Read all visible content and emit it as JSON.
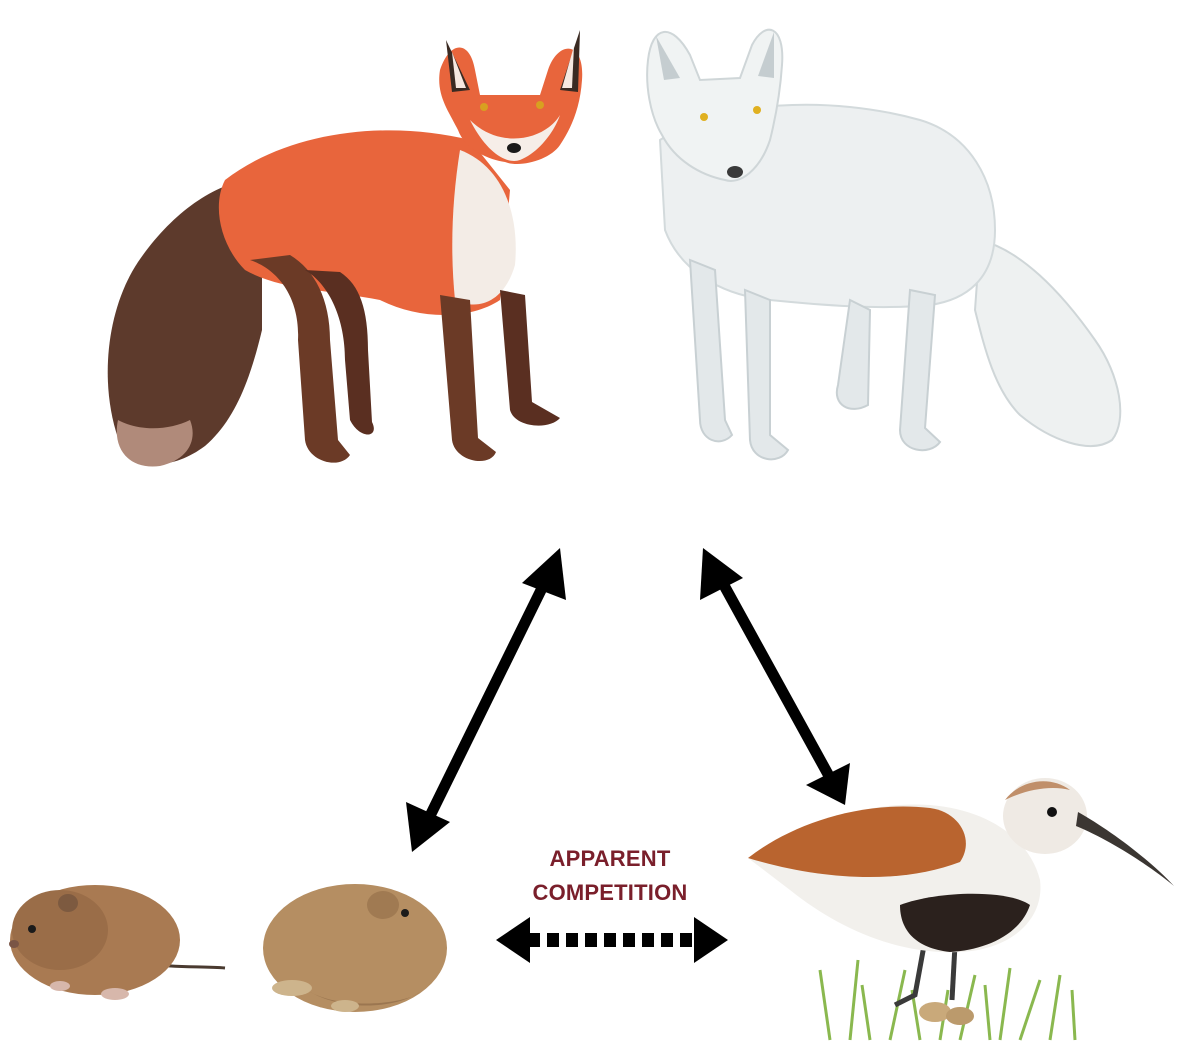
{
  "diagram": {
    "label": {
      "line1": "APPARENT",
      "line2": "COMPETITION"
    },
    "nodes": [
      {
        "id": "red-fox",
        "kind": "predator"
      },
      {
        "id": "arctic-fox",
        "kind": "predator"
      },
      {
        "id": "vole",
        "kind": "prey"
      },
      {
        "id": "lemming",
        "kind": "prey"
      },
      {
        "id": "shorebird",
        "kind": "prey"
      }
    ],
    "links": [
      {
        "from": "predators",
        "to": "rodents",
        "style": "solid",
        "direction": "both"
      },
      {
        "from": "predators",
        "to": "shorebird",
        "style": "solid",
        "direction": "both"
      },
      {
        "from": "rodents",
        "to": "shorebird",
        "style": "dashed",
        "direction": "both"
      }
    ]
  },
  "colors": {
    "label": "#7a1f2b",
    "arrow": "#000000",
    "red_fox": "#e8653c",
    "red_fox_dark": "#6b3a26",
    "arctic_fox": "#e9edee",
    "rodent": "#a97a52",
    "lemming": "#b58e62",
    "bird_back": "#b9642f",
    "grass": "#8ab84f"
  }
}
